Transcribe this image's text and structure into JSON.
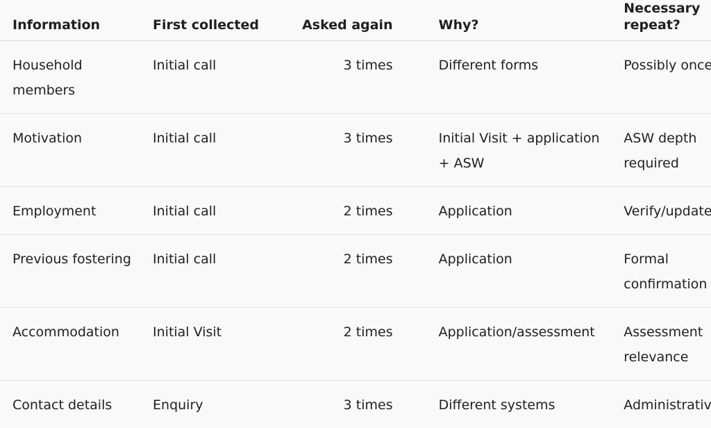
{
  "table": {
    "headers": [
      "Information",
      "First collected",
      "Asked again",
      "Why?",
      "Necessary repeat?"
    ],
    "rows": [
      [
        "Household members",
        "Initial call",
        "3 times",
        "Different forms",
        "Possibly once"
      ],
      [
        "Motivation",
        "Initial call",
        "3 times",
        "Initial Visit + application + ASW",
        "ASW depth required"
      ],
      [
        "Employment",
        "Initial call",
        "2 times",
        "Application",
        "Verify/update"
      ],
      [
        "Previous fostering",
        "Initial call",
        "2 times",
        "Application",
        "Formal confirmation"
      ],
      [
        "Accommodation",
        "Initial Visit",
        "2 times",
        "Application/assessment",
        "Assessment relevance"
      ],
      [
        "Contact details",
        "Enquiry",
        "3 times",
        "Different systems",
        "Administrative"
      ]
    ]
  }
}
